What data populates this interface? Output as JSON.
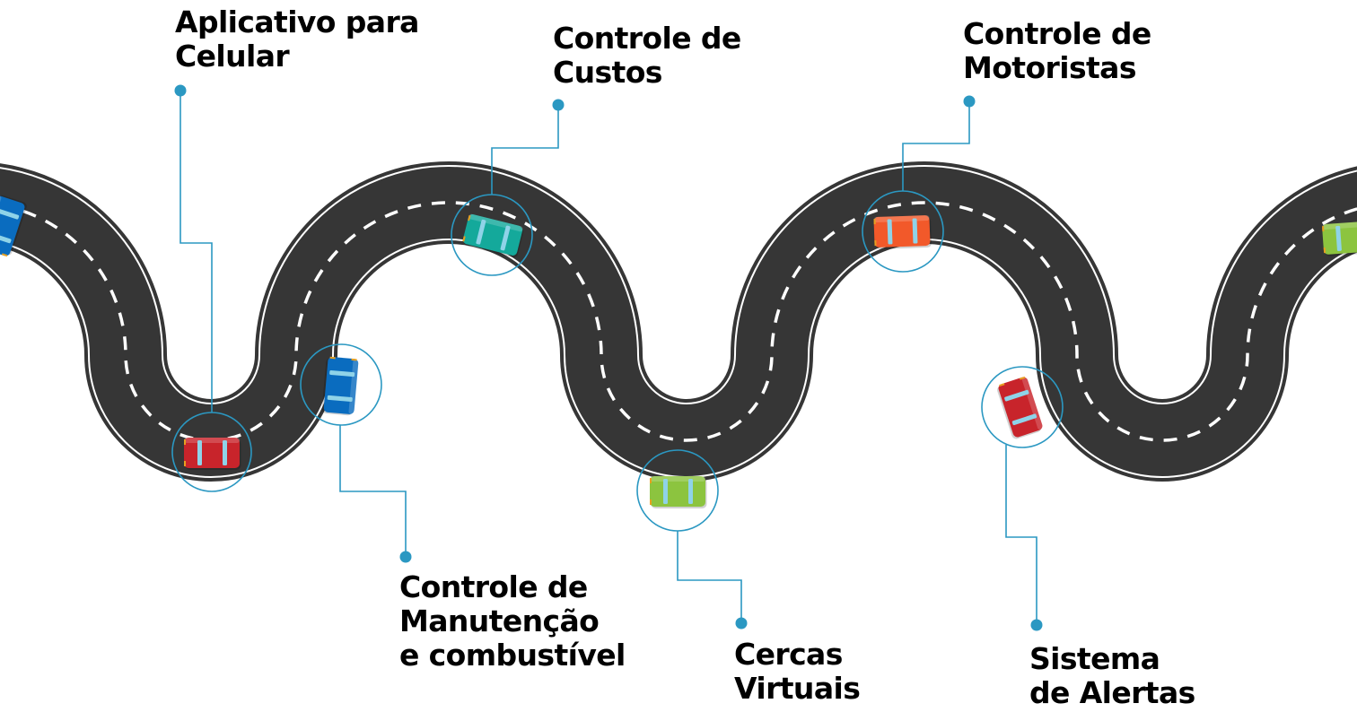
{
  "features": [
    {
      "id": "mobile-app",
      "lines": [
        "Aplicativo para",
        "Celular"
      ],
      "car_color": "#c8242b"
    },
    {
      "id": "maintenance-fuel",
      "lines": [
        "Controle de",
        "Manutenção",
        "e combustível"
      ],
      "car_color": "#0a6cbf"
    },
    {
      "id": "cost-control",
      "lines": [
        "Controle de",
        "Custos"
      ],
      "car_color": "#14a99b"
    },
    {
      "id": "virtual-fences",
      "lines": [
        "Cercas",
        "Virtuais"
      ],
      "car_color": "#8cc43f"
    },
    {
      "id": "driver-control",
      "lines": [
        "Controle de",
        "Motoristas"
      ],
      "car_color": "#f2592a"
    },
    {
      "id": "alert-system",
      "lines": [
        "Sistema",
        "de Alertas"
      ],
      "car_color": "#c8242b"
    }
  ],
  "partial_cars": [
    {
      "id": "left-edge-car",
      "color": "#0a6cbf"
    },
    {
      "id": "right-edge-car",
      "color": "#8cc43f"
    }
  ],
  "colors": {
    "road": "#363636",
    "road_edge_line": "#ffffff",
    "lane_dash": "#ffffff",
    "callout": "#2b98c2",
    "car_window": "#8fd3e8",
    "text": "#000000"
  }
}
